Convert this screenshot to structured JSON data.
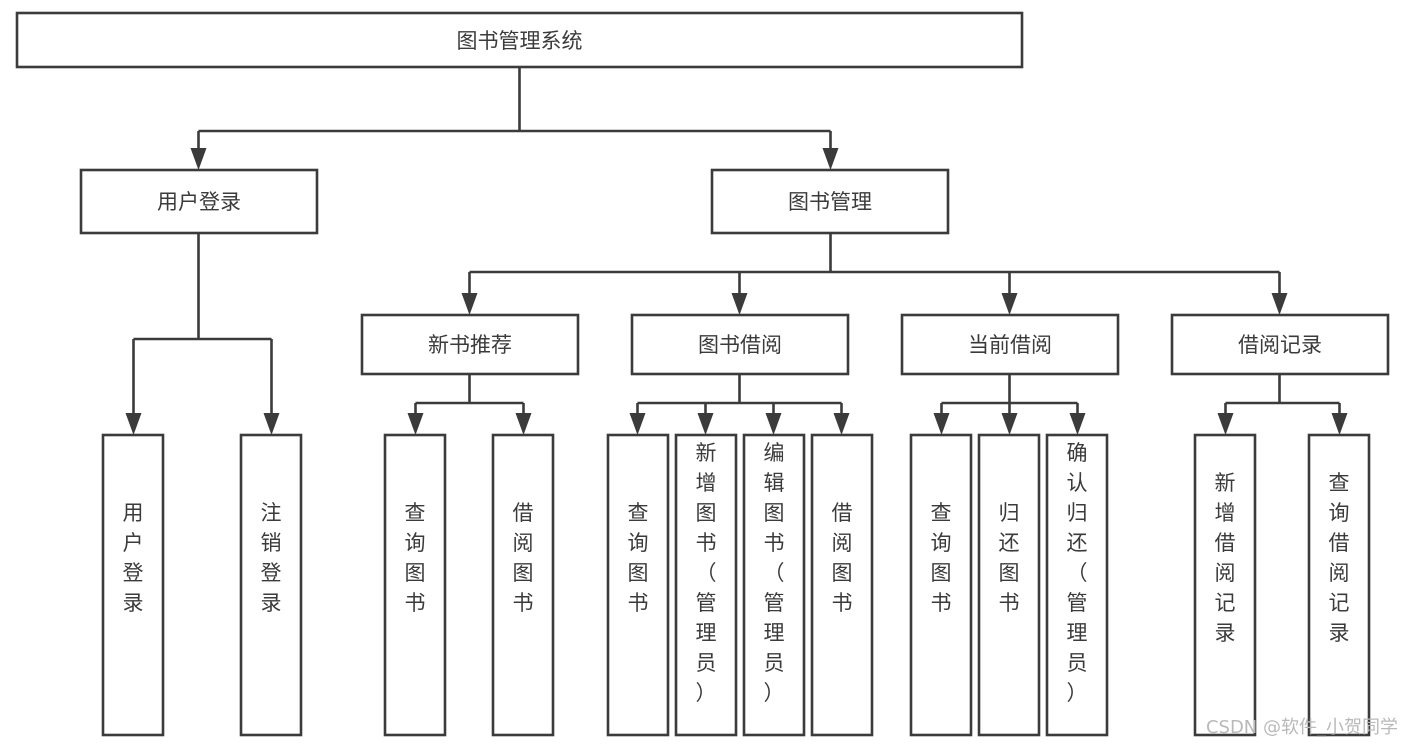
{
  "diagram": {
    "type": "tree-hierarchy",
    "orientation": "top-down",
    "title": "图书管理系统",
    "root": {
      "id": "root",
      "label": "图书管理系统",
      "text_orientation": "horizontal"
    },
    "level2": [
      {
        "id": "user-login",
        "label": "用户登录",
        "text_orientation": "horizontal"
      },
      {
        "id": "book-management",
        "label": "图书管理",
        "text_orientation": "horizontal"
      }
    ],
    "level3": [
      {
        "id": "new-book-recommend",
        "label": "新书推荐",
        "parent": "book-management",
        "text_orientation": "horizontal"
      },
      {
        "id": "book-borrow",
        "label": "图书借阅",
        "parent": "book-management",
        "text_orientation": "horizontal"
      },
      {
        "id": "current-borrow",
        "label": "当前借阅",
        "parent": "book-management",
        "text_orientation": "horizontal"
      },
      {
        "id": "borrow-record",
        "label": "借阅记录",
        "parent": "book-management",
        "text_orientation": "horizontal"
      }
    ],
    "leaves": [
      {
        "id": "leaf-user-login",
        "label": "用户登录",
        "parent": "user-login",
        "text_orientation": "vertical"
      },
      {
        "id": "leaf-logout",
        "label": "注销登录",
        "parent": "user-login",
        "text_orientation": "vertical"
      },
      {
        "id": "leaf-query-book-1",
        "label": "查询图书",
        "parent": "new-book-recommend",
        "text_orientation": "vertical"
      },
      {
        "id": "leaf-borrow-book-1",
        "label": "借阅图书",
        "parent": "new-book-recommend",
        "text_orientation": "vertical"
      },
      {
        "id": "leaf-query-book-2",
        "label": "查询图书",
        "parent": "book-borrow",
        "text_orientation": "vertical"
      },
      {
        "id": "leaf-add-book",
        "label": "新增图书（管理员）",
        "parent": "book-borrow",
        "text_orientation": "vertical"
      },
      {
        "id": "leaf-edit-book",
        "label": "编辑图书（管理员）",
        "parent": "book-borrow",
        "text_orientation": "vertical"
      },
      {
        "id": "leaf-borrow-book-2",
        "label": "借阅图书",
        "parent": "book-borrow",
        "text_orientation": "vertical"
      },
      {
        "id": "leaf-query-book-3",
        "label": "查询图书",
        "parent": "current-borrow",
        "text_orientation": "vertical"
      },
      {
        "id": "leaf-return-book",
        "label": "归还图书",
        "parent": "current-borrow",
        "text_orientation": "vertical"
      },
      {
        "id": "leaf-confirm-return",
        "label": "确认归还（管理员）",
        "parent": "current-borrow",
        "text_orientation": "vertical"
      },
      {
        "id": "leaf-add-record",
        "label": "新增借阅记录",
        "parent": "borrow-record",
        "text_orientation": "vertical"
      },
      {
        "id": "leaf-query-record",
        "label": "查询借阅记录",
        "parent": "borrow-record",
        "text_orientation": "vertical"
      }
    ],
    "colors": {
      "stroke": "#3b3b3b",
      "fill": "#ffffff",
      "text": "#3b3b3b",
      "background": "#ffffff",
      "watermark": "#b9b9b9"
    }
  },
  "watermark": {
    "label": "CSDN @软件_小贺同学"
  }
}
